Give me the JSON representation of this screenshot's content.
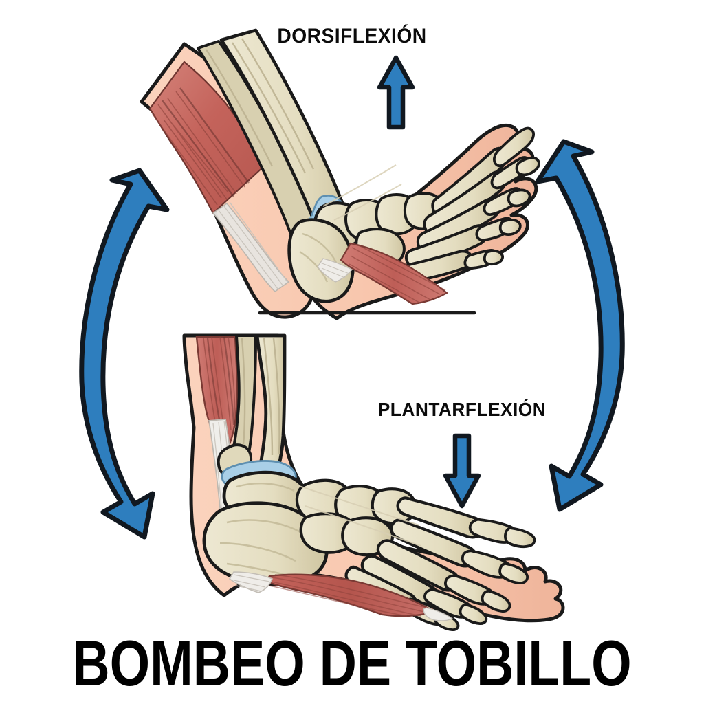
{
  "diagram": {
    "title": "BOMBEO DE TOBILLO",
    "subject": "ankle-pump-exercise",
    "language": "es"
  },
  "labels": {
    "dorsiflexion": "DORSIFLEXIÓN",
    "plantarflexion": "PLANTARFLEXIÓN"
  },
  "colors": {
    "arrow_fill": "#2E7EBE",
    "arrow_stroke": "#111820",
    "skin": "#F8C7AE",
    "skin_shadow": "#F0B79D",
    "bone": "#E6E0C3",
    "bone_shade": "#D2C9A5",
    "muscle": "#C96B63",
    "muscle_dark": "#A9504A",
    "cartilage": "#A9CFE7",
    "tendon": "#F2F2F2",
    "outline": "#1A1A1A",
    "title_text": "#000000",
    "background": "#FFFFFF"
  },
  "figures": {
    "upper": {
      "name": "dorsiflexed-ankle",
      "caption": "DORSIFLEXIÓN",
      "position": "top",
      "description": "Leg angled up-left with foot pulled upward toward the shin"
    },
    "lower": {
      "name": "plantarflexed-ankle",
      "caption": "PLANTARFLEXIÓN",
      "position": "bottom",
      "description": "Vertical leg with foot pointed downward away from the shin"
    }
  },
  "arrows": {
    "up_straight": "dorsiflexion-direction-up",
    "down_straight": "plantarflexion-direction-down",
    "left_curved": "cycle-arrow-left",
    "right_curved": "cycle-arrow-right"
  },
  "reference_line": {
    "name": "ground-reference-line",
    "visible": true
  }
}
